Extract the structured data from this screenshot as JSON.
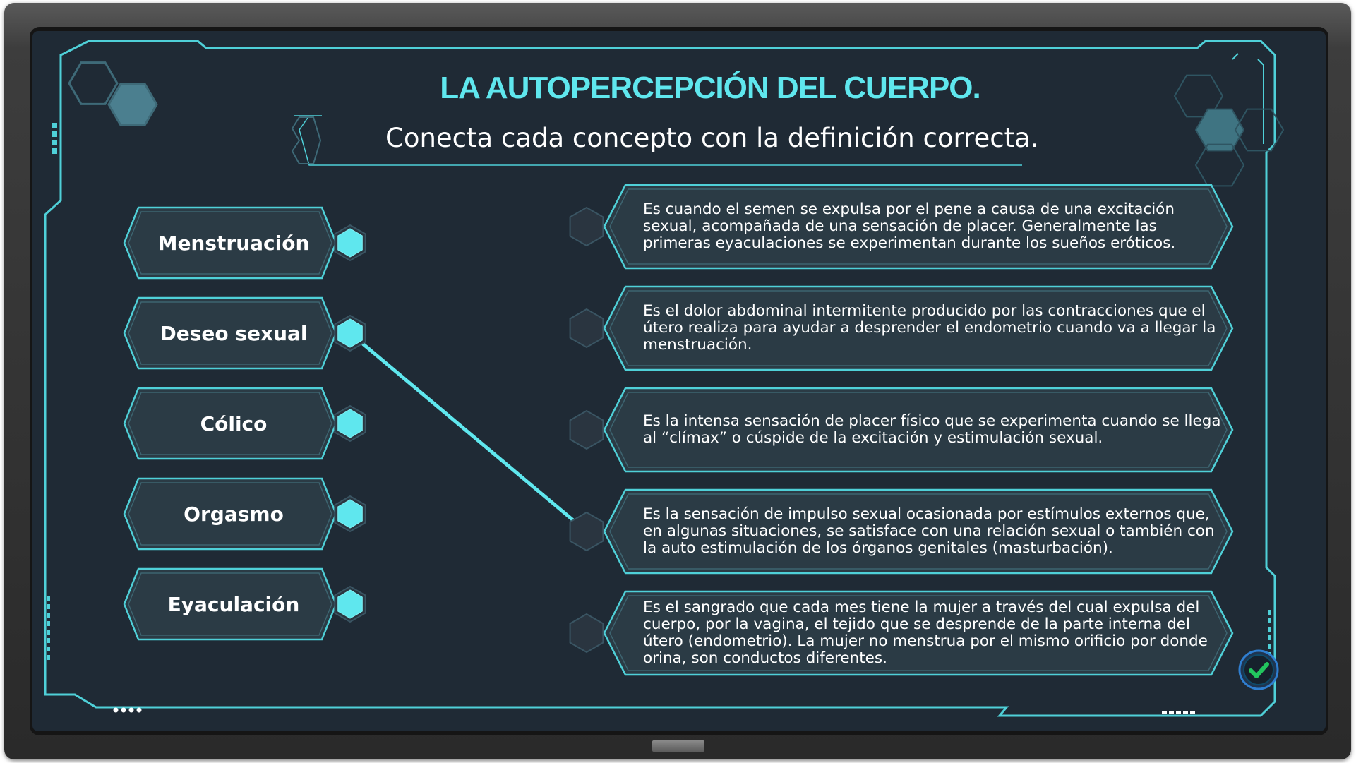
{
  "activity": {
    "title": "LA AUTOPERCEPCIÓN DEL CUERPO.",
    "instruction": "Conecta cada concepto con la definición correcta."
  },
  "concepts": [
    {
      "label": "Menstruación"
    },
    {
      "label": "Deseo sexual"
    },
    {
      "label": "Cólico"
    },
    {
      "label": "Orgasmo"
    },
    {
      "label": "Eyaculación"
    }
  ],
  "definitions": [
    {
      "text": "Es cuando el semen se expulsa por el pene a causa de una excitación sexual, acompañada de una sensación de placer. Generalmente las primeras eyaculaciones se experimentan durante los sueños eróticos."
    },
    {
      "text": "Es el dolor abdominal intermitente producido por las contracciones que el útero realiza para ayudar a desprender el endometrio cuando va a llegar la menstruación."
    },
    {
      "text": "Es la intensa sensación de placer físico que se experimenta cuando se llega al “clímax” o cúspide de la excitación y estimulación sexual."
    },
    {
      "text": "Es la sensación de impulso sexual ocasionada por estímulos externos que, en algunas situaciones, se satisface con una relación sexual o también con la auto estimulación de los órganos genitales (masturbación)."
    },
    {
      "text": "Es el sangrado que cada mes tiene la mujer a través del cual expulsa del cuerpo, por la vagina, el tejido que se desprende de la parte interna del útero (endometrio). La mujer no menstrua por el mismo orificio por donde orina, son conductos diferentes."
    }
  ],
  "connections": [
    {
      "concept": "Deseo sexual",
      "definition_index": 3
    }
  ],
  "icons": {
    "check": "check-icon",
    "connector": "hexagon-node-icon"
  },
  "colors": {
    "accent": "#5fe7ee",
    "frame": "#4fd0d8",
    "background": "#1f2a35",
    "panel": "#2b3b45",
    "check_green": "#22c55e"
  }
}
